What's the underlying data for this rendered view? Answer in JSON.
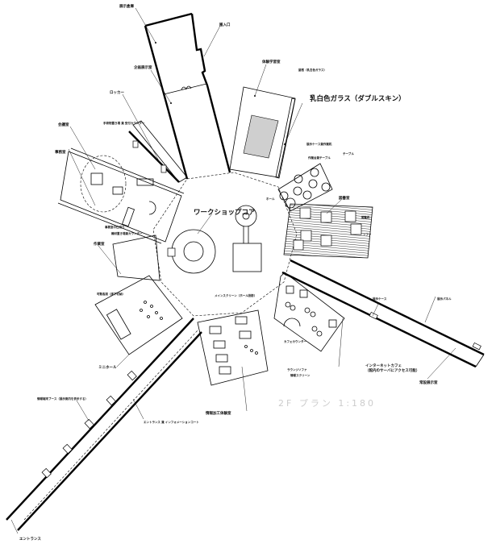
{
  "drawing": {
    "title": "2F プラン 1:180",
    "rooms": {
      "storage": "展示倉庫",
      "loading": "搬入口",
      "special_exhibit": "企画展示室",
      "locker": "ロッカー",
      "locker_note": "手荷物置き場 兼 受付カウンター",
      "experience": "体験学習室",
      "experience_note": "屋根（乳白色ガラス）",
      "glass": "乳白色ガラス（ダブルスキン）",
      "display_rack": "展示ケース兼作業机",
      "table_note": "作業台兼テーブル",
      "table": "テーブル",
      "meeting": "会議室",
      "office": "事務室",
      "office_note1": "事務室の仕切り",
      "office_note2": "機材置き場兼カウンター",
      "work": "作業室",
      "core": "ワークショップコア",
      "core_note": "ホール",
      "library": "図書室",
      "library_note": "閲覧机",
      "library_sofa": "ソファ",
      "main_screen": "メインスクリーン（ホール投影）",
      "mini_hall": "ミニホール",
      "mini_hall_note": "可動客席（床下収納）",
      "info_lab": "情報加工体験室",
      "cafe_label": "インターネットカフェ",
      "cafe_note": "（館内のサーバにアクセス可能）",
      "cafe_counter": "カフェカウンター",
      "cafe_seat": "ラウンジソファ",
      "cafe_screen": "情報スクリーン",
      "permanent": "常設展示室",
      "perm_note1": "展示ケース",
      "perm_note2": "展示パネル",
      "entrance": "エントランス",
      "court": "エントランス 兼 インフォメーションコート",
      "court_note": "情報端末ブース（展示案内を表示する）"
    }
  }
}
